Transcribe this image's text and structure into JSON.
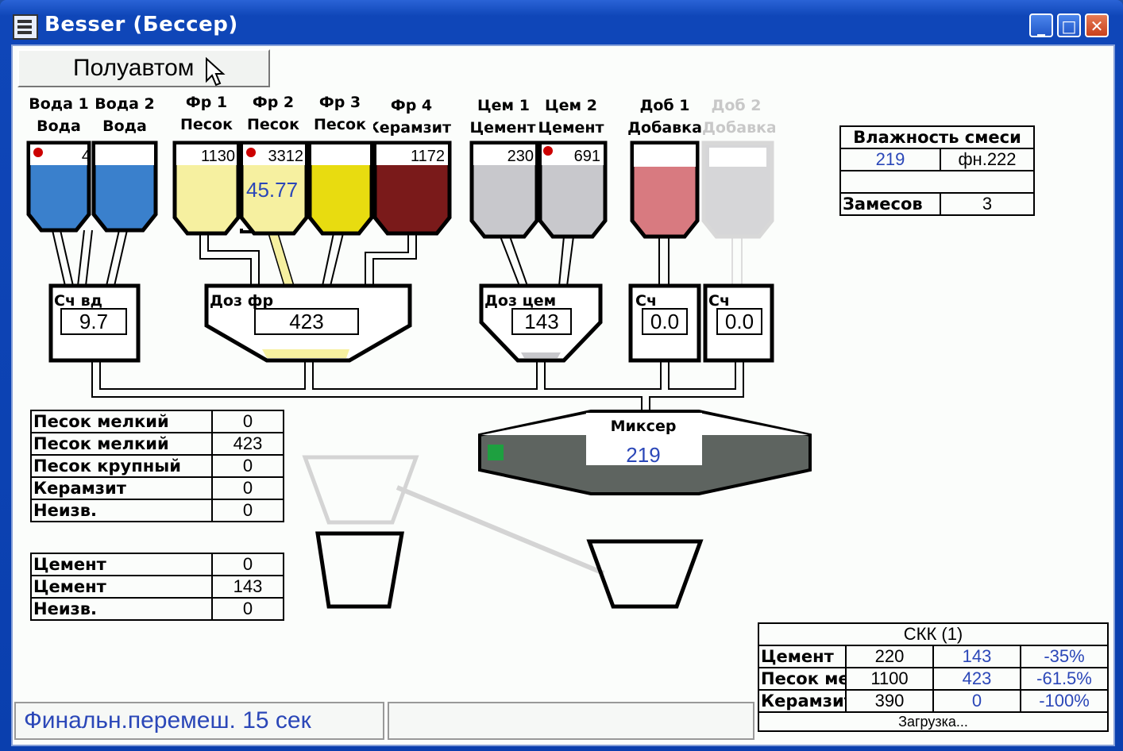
{
  "window": {
    "title": "Besser (Бессер)"
  },
  "mode_button": {
    "label": "Полуавтом"
  },
  "hoppers": [
    {
      "label1": "Вода 1",
      "label2": "Вода",
      "value": "4"
    },
    {
      "label1": "Вода 2",
      "label2": "Вода",
      "value": ""
    },
    {
      "label1": "Фр 1",
      "label2": "Песок",
      "value": "1130"
    },
    {
      "label1": "Фр 2",
      "label2": "Песок",
      "value": "3312",
      "extra": "45.77"
    },
    {
      "label1": "Фр 3",
      "label2": "Песок",
      "value": ""
    },
    {
      "label1": "Фр 4",
      "label2": "Керамзит",
      "value": "1172"
    },
    {
      "label1": "Цем 1",
      "label2": "Цемент",
      "value": "230"
    },
    {
      "label1": "Цем 2",
      "label2": "Цемент",
      "value": "691"
    },
    {
      "label1": "Доб 1",
      "label2": "Добавка",
      "value": ""
    },
    {
      "label1": "Доб 2",
      "label2": "Добавка",
      "value": ""
    }
  ],
  "doser_labels": {
    "water": "Сч вд",
    "fraction": "Доз фр",
    "cement": "Доз цем",
    "add1": "Сч",
    "add2": "Сч"
  },
  "doser_values": {
    "water": "9.7",
    "fraction": "423",
    "cement": "143",
    "add1": "0.0",
    "add2": "0.0"
  },
  "mixer": {
    "label": "Миксер",
    "value": "219"
  },
  "moisture": {
    "title": "Влажность смеси",
    "value": "219",
    "recipe": "фн.222",
    "batches_label": "Замесов",
    "batches": "3"
  },
  "sand_table": [
    {
      "name": "Песок мелкий",
      "value": "0"
    },
    {
      "name": "Песок мелкий",
      "value": "423"
    },
    {
      "name": "Песок крупный",
      "value": "0"
    },
    {
      "name": "Керамзит",
      "value": "0"
    },
    {
      "name": "Неизв.",
      "value": "0"
    }
  ],
  "cement_table": [
    {
      "name": "Цемент",
      "value": "0"
    },
    {
      "name": "Цемент",
      "value": "143"
    },
    {
      "name": "Неизв.",
      "value": "0"
    }
  ],
  "ckk": {
    "title": "СКК (1)",
    "rows": [
      {
        "name": "Цемент",
        "set": "220",
        "actual": "143",
        "pct": "-35%"
      },
      {
        "name": "Песок мелкий",
        "set": "1100",
        "actual": "423",
        "pct": "-61.5%"
      },
      {
        "name": "Керамзит",
        "set": "390",
        "actual": "0",
        "pct": "-100%"
      }
    ],
    "footer": "Загрузка..."
  },
  "status": {
    "text": "Финальн.перемеш. 15 сек"
  },
  "colors": {
    "water": "#3a80cc",
    "sand_light": "#f6f0a0",
    "sand": "#e8dc10",
    "keramzit": "#7a1a1a",
    "cement": "#c8c8cc",
    "additive": "#d87a80",
    "mixer": "#5e6460",
    "blue_text": "#2b47b8"
  }
}
